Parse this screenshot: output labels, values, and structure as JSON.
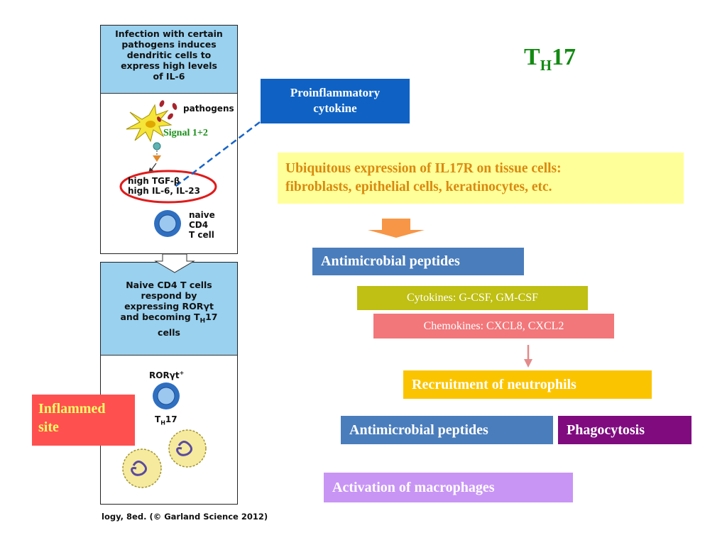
{
  "title": {
    "main": "T",
    "sub": "H",
    "suffix": "17",
    "color": "#138a13"
  },
  "figure": {
    "panel1": {
      "header": [
        "Infection with certain",
        "pathogens induces",
        "dendritic cells to",
        "express high levels",
        "of IL-6"
      ],
      "pathogens_label": "pathogens",
      "signal_label": "Signal 1+2",
      "cytokine_line1": "high TGF-β",
      "cytokine_line2": "high IL-6, IL-23",
      "naive_label": [
        "naive",
        "CD4",
        "T cell"
      ]
    },
    "panel2": {
      "header_line1": "Naive CD4 T cells",
      "header_line2": "respond by",
      "header_line3": "expressing RORγt",
      "header_line4_pre": "and becoming T",
      "header_line4_sub": "H",
      "header_line4_post": "17",
      "header_line5": "cells",
      "ror_label": "RORγt",
      "ror_sup": "+",
      "th17_main": "T",
      "th17_sub": "H",
      "th17_post": "17"
    },
    "caption": "logy, 8ed. (© Garland Science 2012)"
  },
  "boxes": {
    "proinflammatory": [
      "Proinflammatory",
      "cytokine"
    ],
    "ubiquitous": [
      "Ubiquitous expression of IL17R on tissue cells:",
      "fibroblasts, epithelial cells, keratinocytes, etc."
    ],
    "antimicrobial_top": "Antimicrobial peptides",
    "cytokines": "Cytokines:  G-CSF, GM-CSF",
    "chemokines": "Chemokines:  CXCL8, CXCL2",
    "recruitment": "Recruitment of neutrophils",
    "antimicrobial_bottom": "Antimicrobial peptides",
    "phagocytosis": "Phagocytosis",
    "activation": "Activation of macrophages",
    "inflamed": [
      "Inflammed",
      "site"
    ]
  },
  "colors": {
    "blue_box": "#0f62c4",
    "steel": "#4a7dbc",
    "olive": "#bfbf14",
    "salmon": "#f2777a",
    "gold": "#fbc400",
    "purple": "#7f0b7f",
    "lavender": "#c895f5",
    "yellow_bg": "#ffff99",
    "red_box": "#ff5050",
    "orange_arrow": "#f79646",
    "pink_arrow": "#e48a8a"
  }
}
